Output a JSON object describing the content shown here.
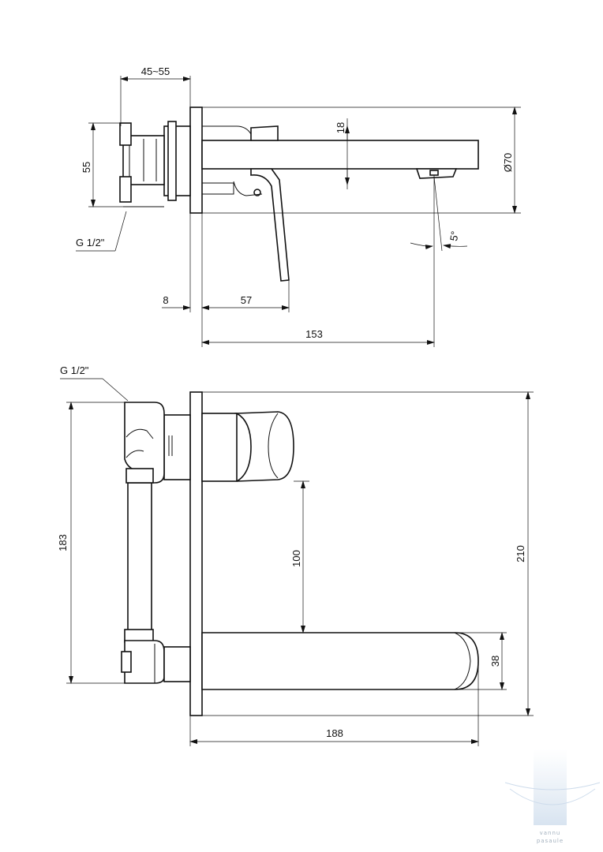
{
  "top_view": {
    "dims": {
      "d_45_55": "45~55",
      "d_18": "18",
      "d_55": "55",
      "d_70": "Ø70",
      "d_5deg": "5°",
      "d_8": "8",
      "d_57": "57",
      "d_153": "153",
      "thread": "G 1/2\""
    }
  },
  "front_view": {
    "dims": {
      "thread": "G 1/2\"",
      "d_183": "183",
      "d_100": "100",
      "d_210": "210",
      "d_38": "38",
      "d_188": "188"
    }
  },
  "watermark": {
    "line1": "vannu",
    "line2": "pasaule",
    "color": "#c9d9ea"
  }
}
